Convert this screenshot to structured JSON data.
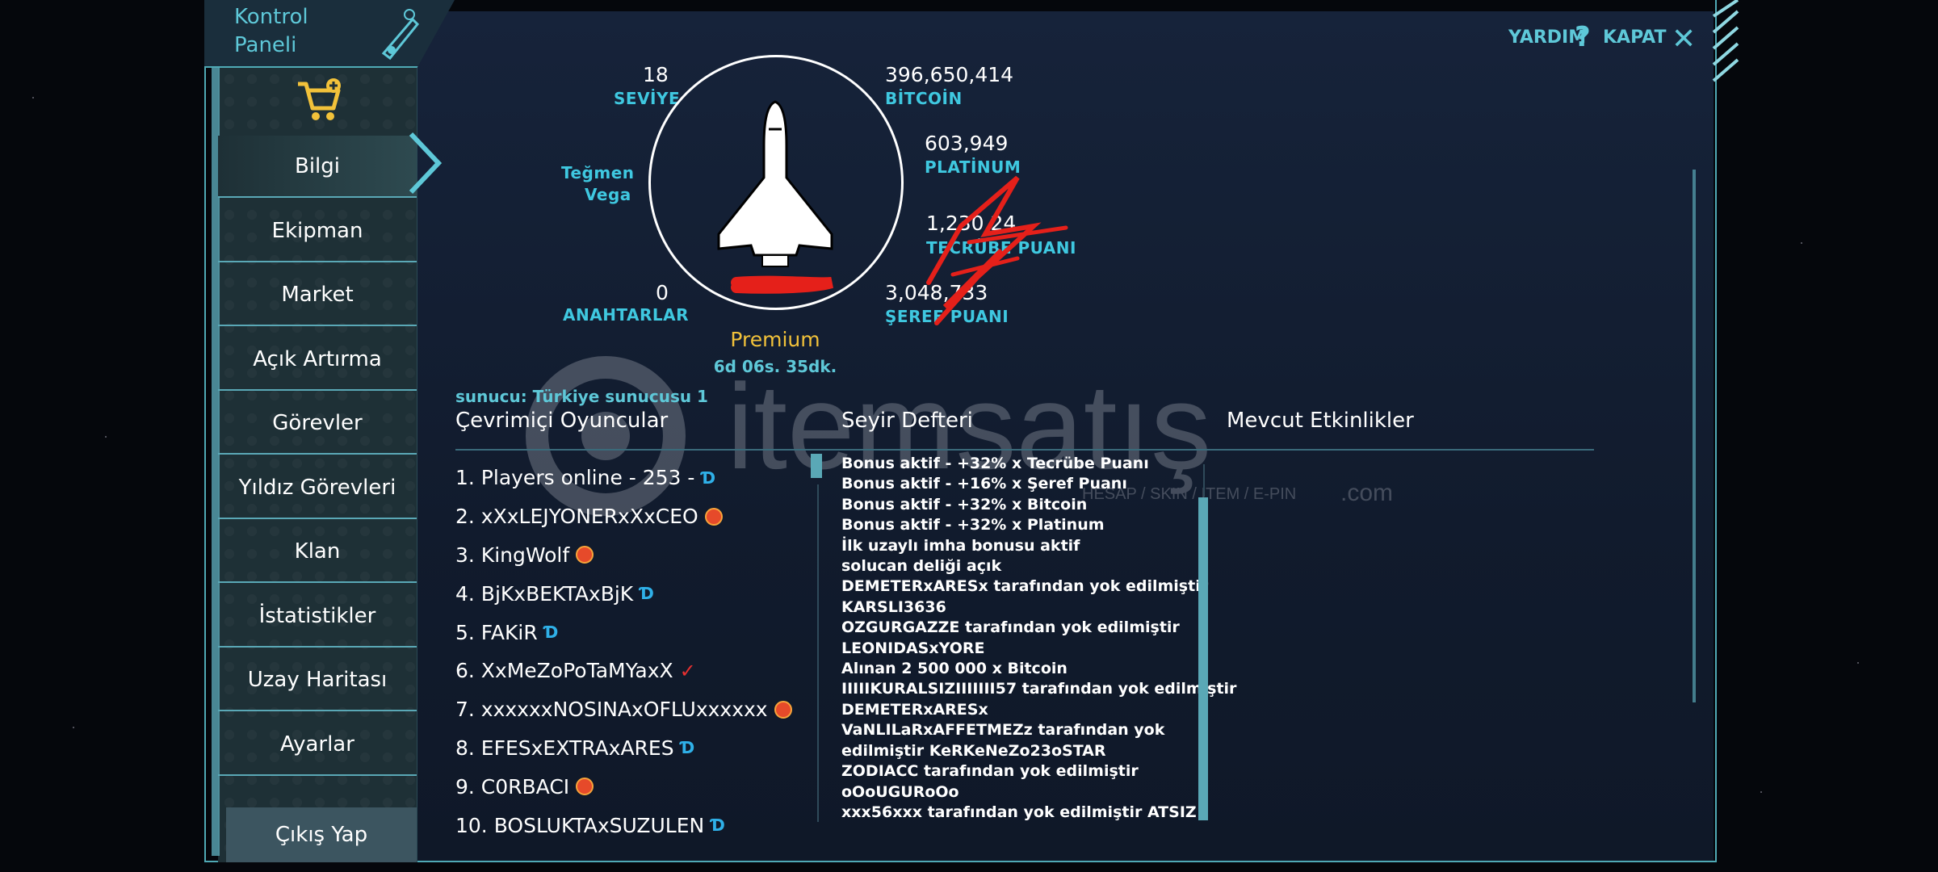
{
  "header": {
    "title": "Kontrol\nPaneli",
    "help_label": "YARDIM",
    "close_label": "KAPAT"
  },
  "sidebar": {
    "items": [
      {
        "label": "Bilgi",
        "active": true
      },
      {
        "label": "Ekipman"
      },
      {
        "label": "Market"
      },
      {
        "label": "Açık Artırma"
      },
      {
        "label": "Görevler"
      },
      {
        "label": "Yıldız Görevleri"
      },
      {
        "label": "Klan"
      },
      {
        "label": "İstatistikler"
      },
      {
        "label": "Uzay Haritası"
      },
      {
        "label": "Ayarlar"
      }
    ],
    "logout_label": "Çıkış Yap"
  },
  "profile": {
    "level_value": "18",
    "level_label": "SEVİYE",
    "rank_line1": "Teğmen",
    "rank_line2": "Vega",
    "keys_value": "0",
    "keys_label": "ANAHTARLAR",
    "bitcoin_value": "396,650,414",
    "bitcoin_label": "BİTCOİN",
    "platinum_value": "603,949",
    "platinum_label": "PLATİNUM",
    "experience_value": "1,230,24",
    "experience_label": "TECRÜBE PUANI",
    "honor_value": "3,048,733",
    "honor_label": "ŞEREF PUANI",
    "premium_label": "Premium",
    "premium_time": "6d 06s. 35dk."
  },
  "server": {
    "label": "sunucu: Türkiye sunucusu 1"
  },
  "columns": {
    "online_players": "Çevrimiçi Oyuncular",
    "logbook": "Seyir Defteri",
    "events": "Mevcut Etkinlikler"
  },
  "players": [
    {
      "text": "1. Players online - 253 -",
      "badge": "blue"
    },
    {
      "text": "2. xXxLEJYONERxXxCEO",
      "badge": "red"
    },
    {
      "text": "3. KingWolf",
      "badge": "red"
    },
    {
      "text": "4. BjKxBEKTAxBjK",
      "badge": "blue"
    },
    {
      "text": "5. FAKiR",
      "badge": "blue"
    },
    {
      "text": "6. XxMeZoPoTaMYaxX",
      "badge": "check"
    },
    {
      "text": "7. xxxxxxNOSINAxOFLUxxxxxx",
      "badge": "red"
    },
    {
      "text": "8. EFESxEXTRAxARES",
      "badge": "blue"
    },
    {
      "text": "9. C0RBACI",
      "badge": "red"
    },
    {
      "text": "10. BOSLUKTAxSUZULEN",
      "badge": "blue"
    }
  ],
  "log": [
    "Bonus aktif - +32% x Tecrübe Puanı",
    "Bonus aktif - +16% x Şeref Puanı",
    "Bonus aktif - +32% x Bitcoin",
    "Bonus aktif - +32% x Platinum",
    "İlk uzaylı imha bonusu aktif",
    "solucan deliği açık",
    "DEMETERxARESx tarafından yok edilmiştir",
    "KARSLI3636",
    "OZGURGAZZE tarafından yok edilmiştir",
    "LEONIDASxYORE",
    "Alınan 2 500 000 x Bitcoin",
    "IIIIIKURALSIZIIIIIII57 tarafından yok edilmiştir",
    "DEMETERxARESx",
    "VaNLILaRxAFFETMEZz tarafından yok",
    "edilmiştir KeRKeNeZo23oSTAR",
    "ZODIACC tarafından yok edilmiştir",
    "oOoUGURoOo",
    "xxx56xxx tarafından yok edilmiştir ATSIZ"
  ],
  "watermark": {
    "brand": "itemsatış",
    "tagline": "HESAP / SKIN / ITEM / E-PIN",
    "suffix": ".com"
  },
  "colors": {
    "accent": "#5ec8d8",
    "premium": "#f2c23a",
    "frame": "#4fa9b5"
  }
}
